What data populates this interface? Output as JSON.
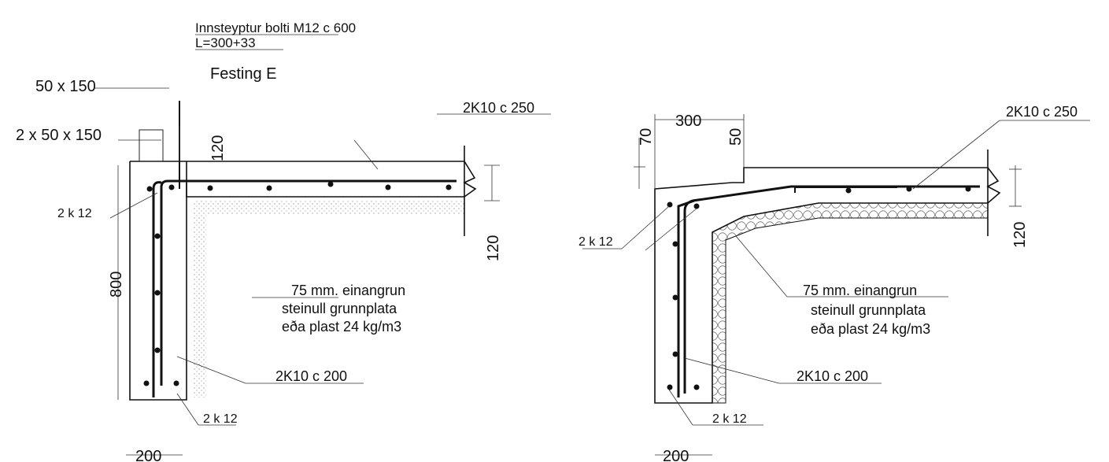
{
  "left_detail": {
    "bolt_label": "Innsteyptur bolti M12 c 600",
    "bolt_length": "L=300+33",
    "fixing_label": "Festing E",
    "timber_single": "50 x 150",
    "timber_double": "2 x 50 x 150",
    "dim_top": "120",
    "top_rebar": "2K10 c 250",
    "corner_bars": "2 k 12",
    "dim_right": "120",
    "dim_height": "800",
    "insulation_line1": "75 mm. einangrun",
    "insulation_line2": "steinull grunnplata",
    "insulation_line3": "eða plast 24 kg/m3",
    "wall_rebar": "2K10 c 200",
    "bottom_bars": "2 k 12",
    "dim_width": "200"
  },
  "right_detail": {
    "dim_70": "70",
    "dim_300": "300",
    "dim_50": "50",
    "top_rebar": "2K10 c 250",
    "corner_bars": "2 k 12",
    "dim_right": "120",
    "insulation_line1": "75 mm. einangrun",
    "insulation_line2": "steinull grunnplata",
    "insulation_line3": "eða plast 24 kg/m3",
    "wall_rebar": "2K10 c 200",
    "bottom_bars": "2 k 12",
    "dim_width": "200"
  }
}
